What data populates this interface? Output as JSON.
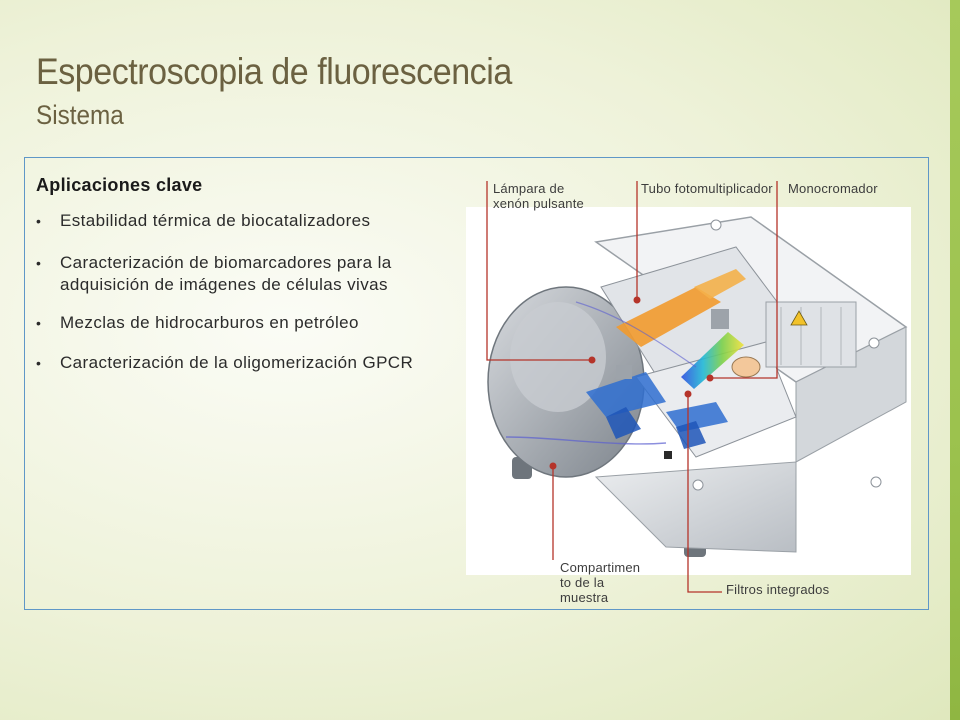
{
  "header": {
    "title": "Espectroscopia de fluorescencia",
    "subtitle": "Sistema"
  },
  "content": {
    "heading": "Aplicaciones clave",
    "bullets": [
      "Estabilidad  térmica de biocatalizadores",
      "Caracterización de biomarcadores para la adquisición de imágenes de células vivas",
      "Mezclas de hidrocarburos en petróleo",
      "Caracterización de la oligomerización GPCR"
    ],
    "bullet_glyph": "•"
  },
  "diagram": {
    "labels": {
      "lamp": "Lámpara de xenón pulsante",
      "tube": "Tubo fotomultiplicador",
      "mono": "Monocromador",
      "compartment": "Compartimen to de la muestra",
      "filters": "Filtros integrados"
    },
    "icons": [
      "instrument-cutaway-illustration"
    ]
  },
  "colors": {
    "title": "#6b6141",
    "panel_border": "#5f97c7",
    "accent_bar": "#9cc24e",
    "callout": "#b5342a"
  }
}
